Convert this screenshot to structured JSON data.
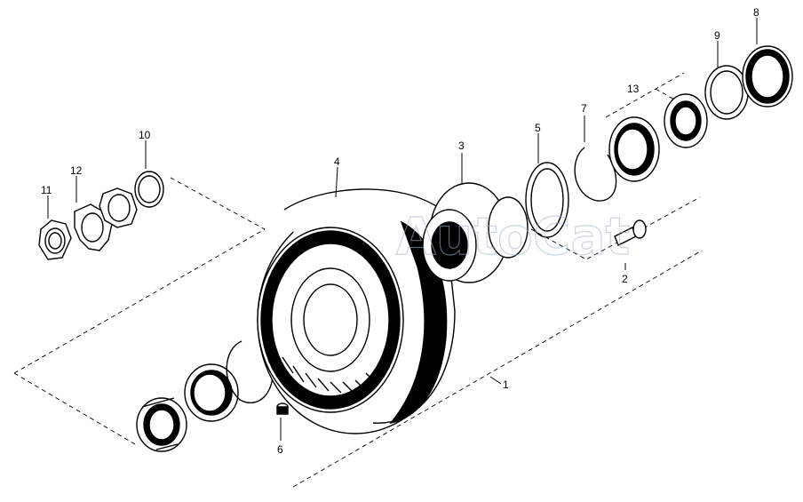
{
  "callouts": [
    {
      "id": "1",
      "label": "1"
    },
    {
      "id": "2",
      "label": "2"
    },
    {
      "id": "3",
      "label": "3"
    },
    {
      "id": "4",
      "label": "4"
    },
    {
      "id": "5",
      "label": "5"
    },
    {
      "id": "6",
      "label": "6"
    },
    {
      "id": "7",
      "label": "7"
    },
    {
      "id": "8",
      "label": "8"
    },
    {
      "id": "9",
      "label": "9"
    },
    {
      "id": "10",
      "label": "10"
    },
    {
      "id": "11",
      "label": "11"
    },
    {
      "id": "12",
      "label": "12"
    },
    {
      "id": "13",
      "label": "13"
    }
  ],
  "watermark": "AutoCat",
  "colors": {
    "ink": "#000000",
    "background": "#ffffff",
    "watermark": "#9fb4c8"
  }
}
